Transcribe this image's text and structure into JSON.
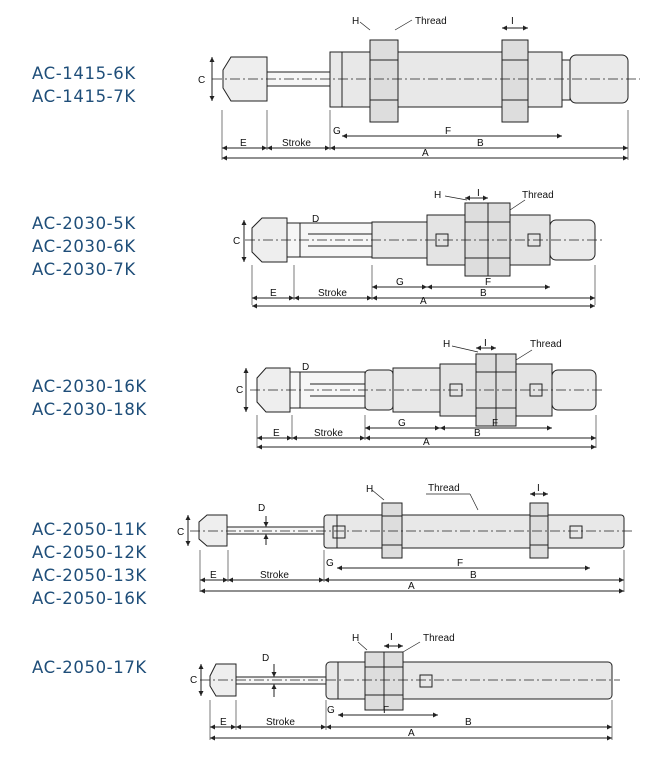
{
  "colors": {
    "model_text": "#1f4e79",
    "line": "#222222",
    "body_fill": "#e8e8e8"
  },
  "rows": [
    {
      "models": [
        "AC-1415-6K",
        "AC-1415-7K"
      ],
      "labels": {
        "H": "H",
        "I": "I",
        "thread": "Thread",
        "C": "C",
        "D": "",
        "E": "E",
        "stroke": "Stroke",
        "G": "G",
        "F": "F",
        "B": "B",
        "A": "A"
      }
    },
    {
      "models": [
        "AC-2030-5K",
        "AC-2030-6K",
        "AC-2030-7K"
      ],
      "labels": {
        "H": "H",
        "I": "I",
        "thread": "Thread",
        "C": "C",
        "D": "D",
        "E": "E",
        "stroke": "Stroke",
        "G": "G",
        "F": "F",
        "B": "B",
        "A": "A"
      }
    },
    {
      "models": [
        "AC-2030-16K",
        "AC-2030-18K"
      ],
      "labels": {
        "H": "H",
        "I": "I",
        "thread": "Thread",
        "C": "C",
        "D": "D",
        "E": "E",
        "stroke": "Stroke",
        "G": "G",
        "F": "F",
        "B": "B",
        "A": "A"
      }
    },
    {
      "models": [
        "AC-2050-11K",
        "AC-2050-12K",
        "AC-2050-13K",
        "AC-2050-16K"
      ],
      "labels": {
        "H": "H",
        "I": "I",
        "thread": "Thread",
        "C": "C",
        "D": "D",
        "E": "E",
        "stroke": "Stroke",
        "G": "G",
        "F": "F",
        "B": "B",
        "A": "A"
      }
    },
    {
      "models": [
        "AC-2050-17K"
      ],
      "labels": {
        "H": "H",
        "I": "I",
        "thread": "Thread",
        "C": "C",
        "D": "D",
        "E": "E",
        "stroke": "Stroke",
        "G": "G",
        "F": "F",
        "B": "B",
        "A": "A"
      }
    }
  ]
}
